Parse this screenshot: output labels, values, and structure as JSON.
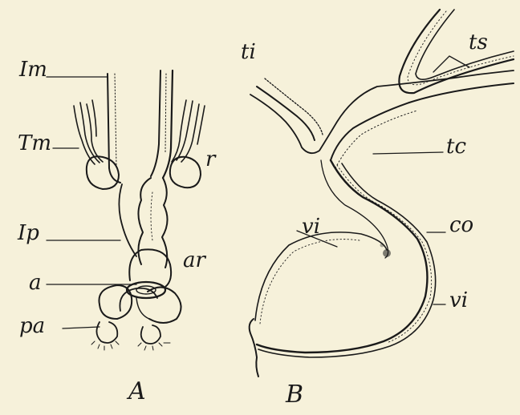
{
  "figure_a": {
    "letter": "A",
    "labels": {
      "Im": "Im",
      "Tm": "Tm",
      "Ip": "Ip",
      "a": "a",
      "pa": "pa",
      "r": "r",
      "ar": "ar"
    }
  },
  "figure_b": {
    "letter": "B",
    "labels": {
      "ti": "ti",
      "ts": "ts",
      "tc": "tc",
      "co": "co",
      "vi_left": "vi",
      "vi_right": "vi"
    }
  },
  "colors": {
    "background": "#f6f1da",
    "ink": "#1a1a1a"
  }
}
